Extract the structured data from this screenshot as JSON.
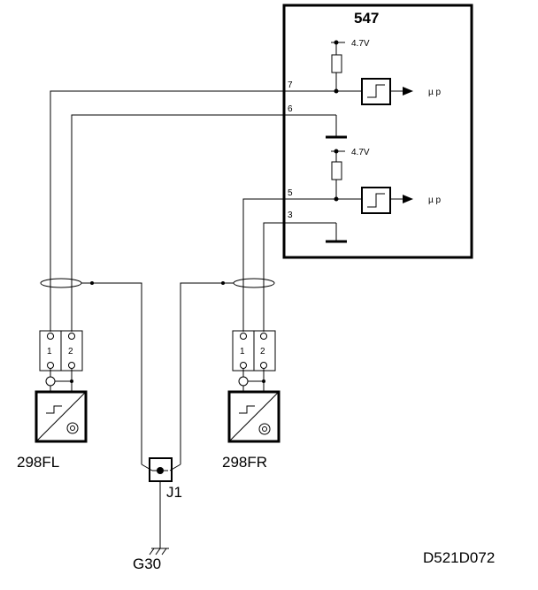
{
  "ecu": {
    "label": "547",
    "supply_top": "4.7V",
    "supply_bottom": "4.7V",
    "output_top": "µ p",
    "output_bottom": "µ p",
    "pins": [
      "7",
      "6",
      "5",
      "3"
    ]
  },
  "sensor_left": {
    "label": "298FL",
    "pin_a": "1",
    "pin_b": "2"
  },
  "sensor_right": {
    "label": "298FR",
    "pin_a": "1",
    "pin_b": "2"
  },
  "junction": {
    "label": "J1"
  },
  "ground": {
    "label": "G30"
  },
  "diagram_code": "D521D072"
}
